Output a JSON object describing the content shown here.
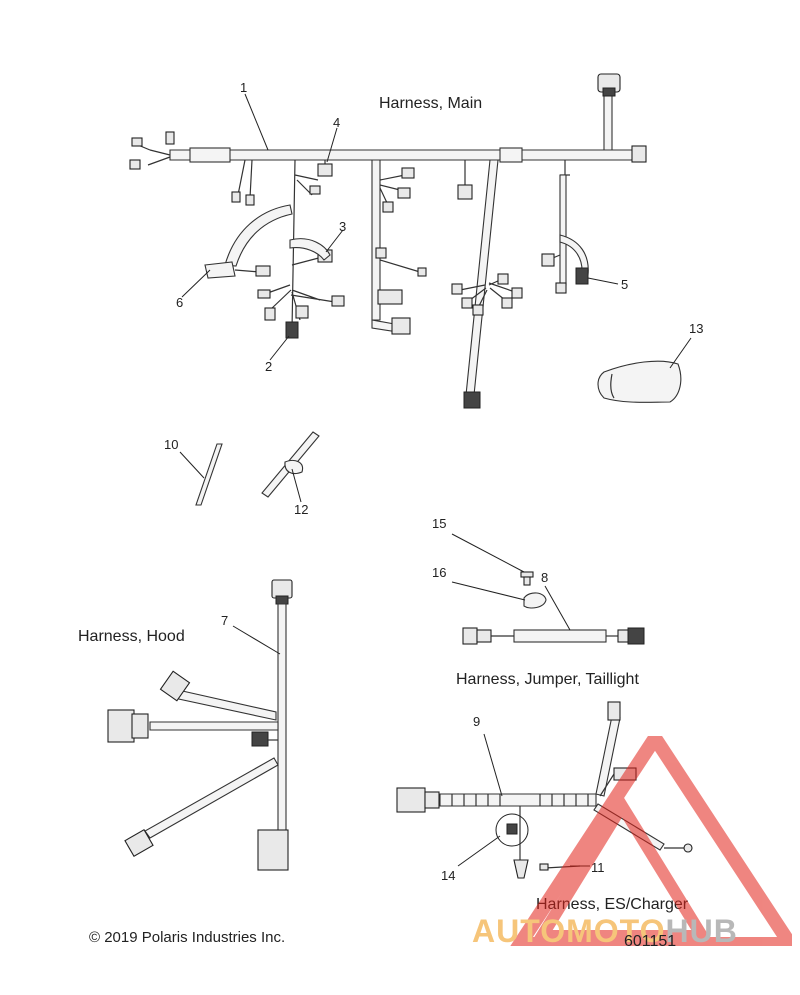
{
  "harness_labels": {
    "main": "Harness, Main",
    "hood": "Harness, Hood",
    "jumper_taillight": "Harness, Jumper, Taillight",
    "es_charger": "Harness, ES/Charger"
  },
  "callouts": [
    "1",
    "2",
    "3",
    "4",
    "5",
    "6",
    "7",
    "8",
    "9",
    "10",
    "11",
    "12",
    "13",
    "14",
    "15",
    "16"
  ],
  "footer": {
    "copyright": "© 2019 Polaris Industries Inc.",
    "drawing_number": "601151"
  },
  "watermark": {
    "part1": "AUTOMOTO",
    "part2": "HUB",
    "colors": {
      "triangle": "#e2231a",
      "text1": "#f6c57a",
      "text2": "#b8b8b8"
    }
  }
}
